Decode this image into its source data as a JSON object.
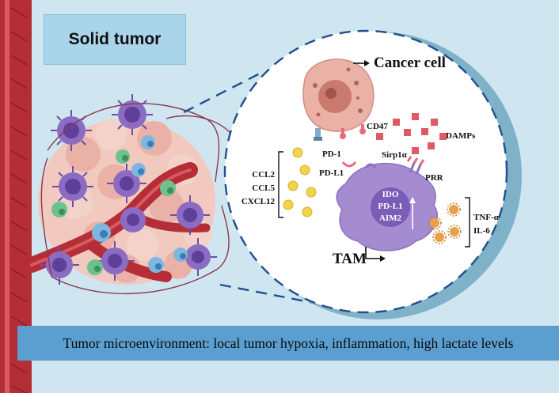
{
  "title": "Solid tumor",
  "banner": "Tumor microenvironment: local tumor hypoxia, inflammation, high lactate levels",
  "labels": {
    "cancer_cell": "Cancer cell",
    "tam": "TAM",
    "cd47": "CD47",
    "damps": "DAMPs",
    "pd1": "PD-1",
    "sirp1a": "Sirp1α",
    "pdl1": "PD-L1",
    "prr": "PRR",
    "ido": "IDO",
    "pdl1_inner": "PD-L1",
    "aim2": "AIM2"
  },
  "chemokines": [
    "CCL2",
    "CCL5",
    "CXCL12"
  ],
  "cytokines": [
    "TNF-α",
    "IL-6"
  ]
}
